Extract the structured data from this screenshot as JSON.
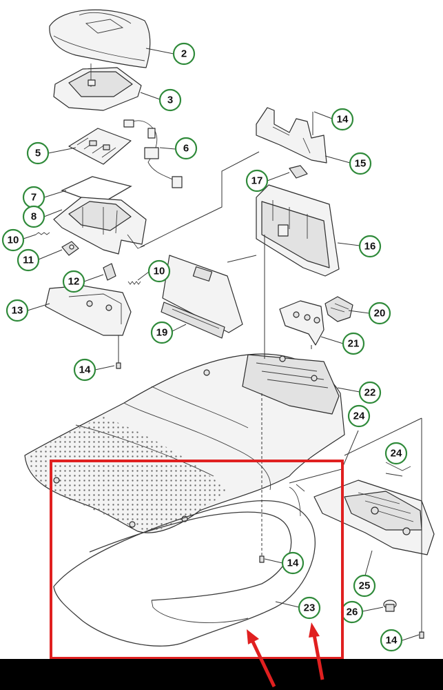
{
  "colors": {
    "callout_ring": "#2f8a3a",
    "highlight_box": "#e02020",
    "arrow": "#e02020",
    "bottom_bar": "#000000"
  },
  "callouts": [
    {
      "id": "c2",
      "label": "2"
    },
    {
      "id": "c3",
      "label": "3"
    },
    {
      "id": "c5",
      "label": "5"
    },
    {
      "id": "c6",
      "label": "6"
    },
    {
      "id": "c7",
      "label": "7"
    },
    {
      "id": "c8",
      "label": "8"
    },
    {
      "id": "c10a",
      "label": "10"
    },
    {
      "id": "c11",
      "label": "11"
    },
    {
      "id": "c10b",
      "label": "10"
    },
    {
      "id": "c12",
      "label": "12"
    },
    {
      "id": "c13",
      "label": "13"
    },
    {
      "id": "c14a",
      "label": "14"
    },
    {
      "id": "c14b",
      "label": "14"
    },
    {
      "id": "c15",
      "label": "15"
    },
    {
      "id": "c17",
      "label": "17"
    },
    {
      "id": "c16",
      "label": "16"
    },
    {
      "id": "c19",
      "label": "19"
    },
    {
      "id": "c20",
      "label": "20"
    },
    {
      "id": "c21",
      "label": "21"
    },
    {
      "id": "c22",
      "label": "22"
    },
    {
      "id": "c24a",
      "label": "24"
    },
    {
      "id": "c24b",
      "label": "24"
    },
    {
      "id": "c14c",
      "label": "14"
    },
    {
      "id": "c23",
      "label": "23"
    },
    {
      "id": "c25",
      "label": "25"
    },
    {
      "id": "c26",
      "label": "26"
    },
    {
      "id": "c14d",
      "label": "14"
    }
  ]
}
